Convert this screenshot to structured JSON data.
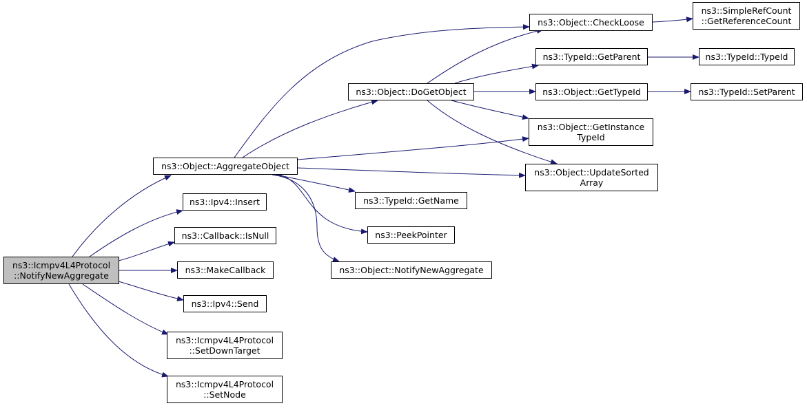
{
  "graph": {
    "edge_color": "#191970",
    "root_fill": "#bfbfbf",
    "nodes": [
      {
        "id": "notify_icmp",
        "lines": [
          "ns3::Icmpv4L4Protocol",
          "::NotifyNewAggregate"
        ],
        "root": true
      },
      {
        "id": "aggregate",
        "lines": [
          "ns3::Object::AggregateObject"
        ]
      },
      {
        "id": "ipv4_insert",
        "lines": [
          "ns3::Ipv4::Insert"
        ]
      },
      {
        "id": "isnull",
        "lines": [
          "ns3::Callback::IsNull"
        ]
      },
      {
        "id": "makecallback",
        "lines": [
          "ns3::MakeCallback"
        ]
      },
      {
        "id": "ipv4_send",
        "lines": [
          "ns3::Ipv4::Send"
        ]
      },
      {
        "id": "setdowntarget",
        "lines": [
          "ns3::Icmpv4L4Protocol",
          "::SetDownTarget"
        ]
      },
      {
        "id": "setnode",
        "lines": [
          "ns3::Icmpv4L4Protocol",
          "::SetNode"
        ]
      },
      {
        "id": "dogetobject",
        "lines": [
          "ns3::Object::DoGetObject"
        ]
      },
      {
        "id": "getname",
        "lines": [
          "ns3::TypeId::GetName"
        ]
      },
      {
        "id": "peekpointer",
        "lines": [
          "ns3::PeekPointer"
        ]
      },
      {
        "id": "notify_obj",
        "lines": [
          "ns3::Object::NotifyNewAggregate"
        ]
      },
      {
        "id": "checkloose",
        "lines": [
          "ns3::Object::CheckLoose"
        ]
      },
      {
        "id": "getparent",
        "lines": [
          "ns3::TypeId::GetParent"
        ]
      },
      {
        "id": "gettypeid",
        "lines": [
          "ns3::Object::GetTypeId"
        ]
      },
      {
        "id": "getinstance",
        "lines": [
          "ns3::Object::GetInstance",
          "TypeId"
        ]
      },
      {
        "id": "updatesorted",
        "lines": [
          "ns3::Object::UpdateSorted",
          "Array"
        ]
      },
      {
        "id": "getrefcount",
        "lines": [
          "ns3::SimpleRefCount",
          "::GetReferenceCount"
        ]
      },
      {
        "id": "typeid_ctor",
        "lines": [
          "ns3::TypeId::TypeId"
        ]
      },
      {
        "id": "setparent",
        "lines": [
          "ns3::TypeId::SetParent"
        ]
      }
    ],
    "edges": [
      [
        "notify_icmp",
        "aggregate"
      ],
      [
        "notify_icmp",
        "ipv4_insert"
      ],
      [
        "notify_icmp",
        "isnull"
      ],
      [
        "notify_icmp",
        "makecallback"
      ],
      [
        "notify_icmp",
        "ipv4_send"
      ],
      [
        "notify_icmp",
        "setdowntarget"
      ],
      [
        "notify_icmp",
        "setnode"
      ],
      [
        "aggregate",
        "checkloose"
      ],
      [
        "aggregate",
        "dogetobject"
      ],
      [
        "aggregate",
        "getinstance"
      ],
      [
        "aggregate",
        "updatesorted"
      ],
      [
        "aggregate",
        "getname"
      ],
      [
        "aggregate",
        "peekpointer"
      ],
      [
        "aggregate",
        "notify_obj"
      ],
      [
        "dogetobject",
        "checkloose"
      ],
      [
        "dogetobject",
        "getparent"
      ],
      [
        "dogetobject",
        "gettypeid"
      ],
      [
        "dogetobject",
        "getinstance"
      ],
      [
        "dogetobject",
        "updatesorted"
      ],
      [
        "checkloose",
        "getrefcount"
      ],
      [
        "getparent",
        "typeid_ctor"
      ],
      [
        "gettypeid",
        "setparent"
      ]
    ]
  }
}
